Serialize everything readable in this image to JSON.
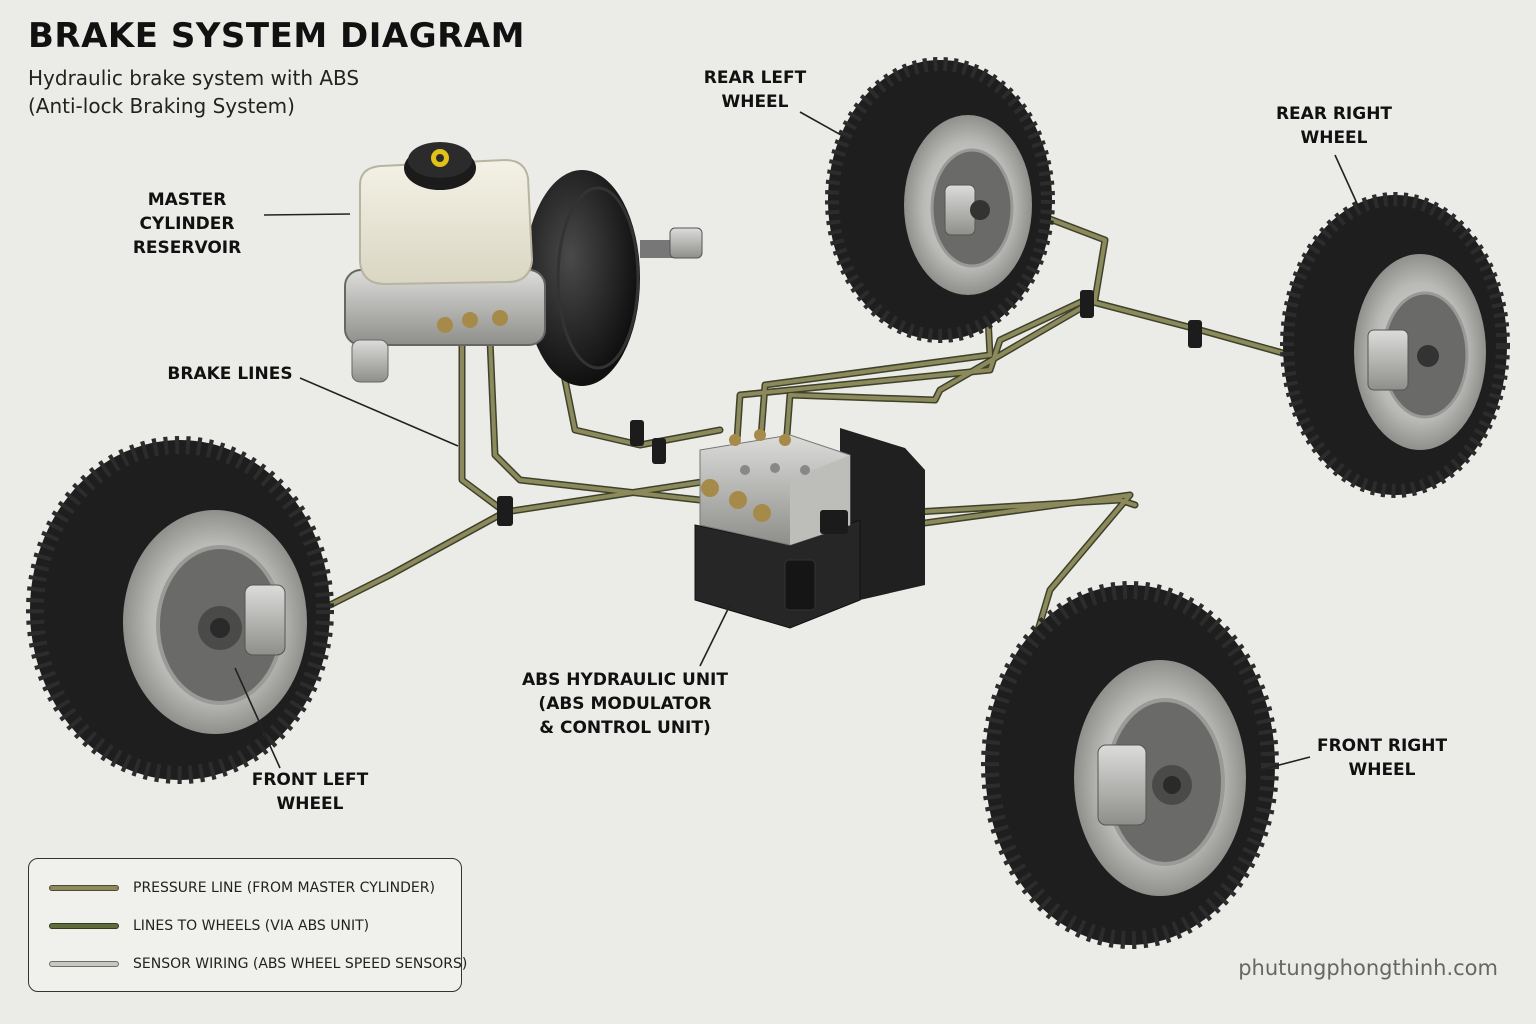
{
  "header": {
    "title": "BRAKE SYSTEM DIAGRAM",
    "subtitle_line1": "Hydraulic brake system with ABS",
    "subtitle_line2": "(Anti-lock Braking System)"
  },
  "labels": {
    "master_cylinder": [
      "MASTER CYLINDER",
      "RESERVOIR"
    ],
    "brake_lines": [
      "BRAKE LINES"
    ],
    "rear_left": [
      "REAR LEFT",
      "WHEEL"
    ],
    "rear_right": [
      "REAR RIGHT",
      "WHEEL"
    ],
    "front_left": [
      "FRONT LEFT",
      "WHEEL"
    ],
    "front_right": [
      "FRONT RIGHT",
      "WHEEL"
    ],
    "abs_unit": [
      "ABS HYDRAULIC UNIT",
      "(ABS MODULATOR",
      "& CONTROL UNIT)"
    ]
  },
  "legend": {
    "items": [
      {
        "label": "PRESSURE LINE (FROM MASTER CYLINDER)",
        "color": "#8c8a5c"
      },
      {
        "label": "LINES TO WHEELS (VIA ABS UNIT)",
        "color": "#5f6b3c"
      },
      {
        "label": "SENSOR WIRING (ABS WHEEL SPEED SENSORS)",
        "color": "#c8c8c2"
      }
    ]
  },
  "colors": {
    "pressure_line": "#8c8a5c",
    "wheel_line": "#5f6b3c",
    "sensor_wiring": "#c8c8c2",
    "tire": "#1e1e1e",
    "background": "#ebebe8"
  },
  "watermark": "phutungphongthinh.com"
}
